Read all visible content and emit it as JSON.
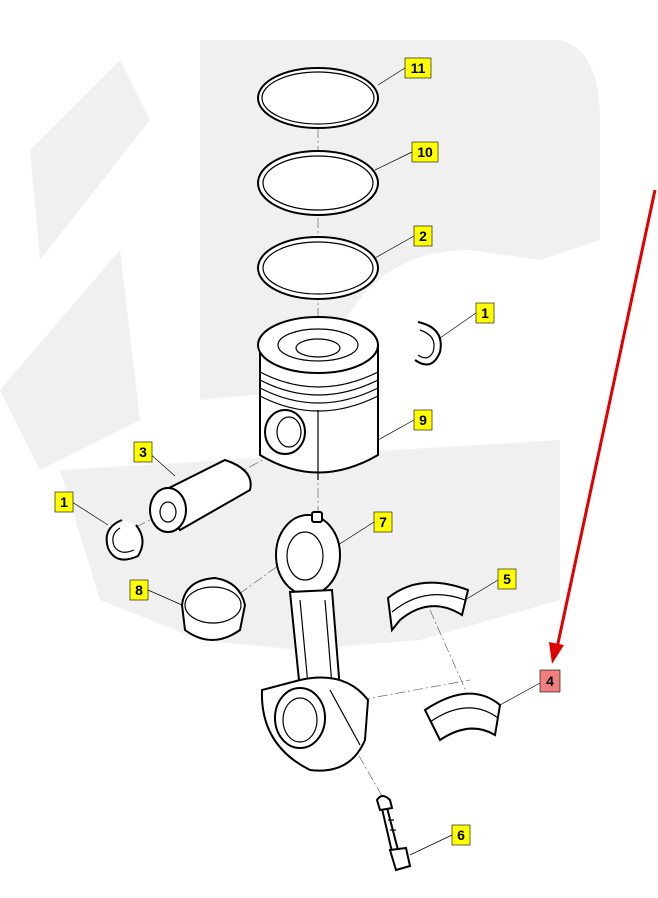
{
  "diagram": {
    "callouts": [
      {
        "id": "callout-11",
        "label": "11"
      },
      {
        "id": "callout-10",
        "label": "10"
      },
      {
        "id": "callout-2",
        "label": "2"
      },
      {
        "id": "callout-1-right",
        "label": "1"
      },
      {
        "id": "callout-9",
        "label": "9"
      },
      {
        "id": "callout-3",
        "label": "3"
      },
      {
        "id": "callout-1-left",
        "label": "1"
      },
      {
        "id": "callout-7",
        "label": "7"
      },
      {
        "id": "callout-8",
        "label": "8"
      },
      {
        "id": "callout-5",
        "label": "5"
      },
      {
        "id": "callout-4",
        "label": "4",
        "highlighted": true
      },
      {
        "id": "callout-6",
        "label": "6"
      }
    ],
    "colors": {
      "callout_fill": "#ffff00",
      "highlight_fill": "#f08080",
      "arrow": "#e00000",
      "line": "#000000",
      "watermark": "#f0f0f0"
    }
  }
}
